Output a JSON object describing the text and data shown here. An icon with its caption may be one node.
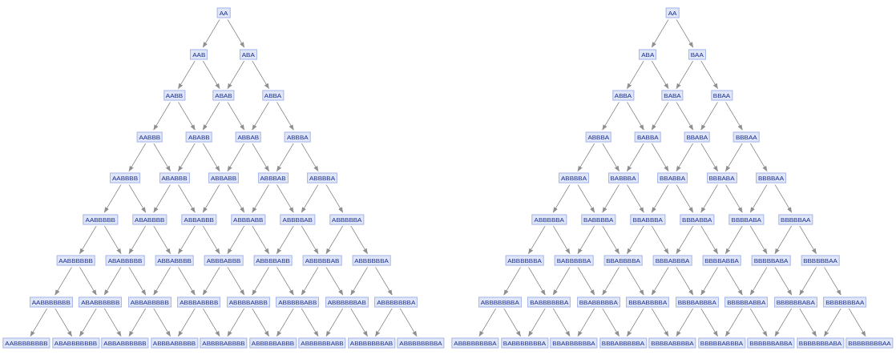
{
  "diagram": {
    "nodes": [
      {
        "text": [
          "AA"
        ]
      },
      {
        "text": [
          "AAB"
        ]
      },
      {
        "text": [
          "ABA"
        ]
      },
      {
        "text": [
          "AABB"
        ]
      },
      {
        "text": [
          "ABAB"
        ]
      },
      {
        "text": [
          "ABBA"
        ]
      },
      {
        "text": [
          "AABBB"
        ]
      },
      {
        "text": [
          "ABABB"
        ]
      },
      {
        "text": [
          "ABBAB"
        ]
      },
      {
        "text": [
          "ABBBA"
        ]
      },
      {
        "text": [
          "AABBBB"
        ]
      },
      {
        "text": [
          "ABABBB"
        ]
      },
      {
        "text": [
          "ABBABB"
        ]
      },
      {
        "text": [
          "ABBBAB"
        ]
      },
      {
        "text": [
          "ABBBBA"
        ]
      },
      {
        "text": [
          "AABBBBB"
        ]
      },
      {
        "text": [
          "ABABBBB"
        ]
      },
      {
        "text": [
          "ABBABBB"
        ]
      },
      {
        "text": [
          "ABBBABB"
        ]
      },
      {
        "text": [
          "ABBBBAB"
        ]
      },
      {
        "text": [
          "ABBBBBA"
        ]
      },
      {
        "text": [
          "AABBBBBB"
        ]
      },
      {
        "text": [
          "ABABBBBB"
        ]
      },
      {
        "text": [
          "ABBABBBB"
        ]
      },
      {
        "text": [
          "ABBBABBB"
        ]
      },
      {
        "text": [
          "ABBBBABB"
        ]
      },
      {
        "text": [
          "ABBBBBAB"
        ]
      },
      {
        "text": [
          "ABBBBBBA"
        ]
      },
      {
        "text": [
          "AABBBBBBB"
        ]
      },
      {
        "text": [
          "ABABBBBBB"
        ]
      },
      {
        "text": [
          "ABBABBBBB"
        ]
      },
      {
        "text": [
          "ABBBABBBB"
        ]
      },
      {
        "text": [
          "ABBBBABBB"
        ]
      },
      {
        "text": [
          "ABBBBBABB"
        ]
      },
      {
        "text": [
          "ABBBBBBAB"
        ]
      },
      {
        "text": [
          "ABBBBBBBA"
        ]
      },
      {
        "text": [
          "AABBBBBBBB"
        ]
      },
      {
        "text": [
          "ABABBBBBBB"
        ]
      },
      {
        "text": [
          "ABBABBBBBB"
        ]
      },
      {
        "text": [
          "ABBBABBBBB"
        ]
      },
      {
        "text": [
          "ABBBBABBBB"
        ]
      },
      {
        "text": [
          "ABBBBBABBB"
        ]
      },
      {
        "text": [
          "ABBBBBBABB"
        ]
      },
      {
        "text": [
          "ABBBBBBBAB"
        ]
      },
      {
        "text": [
          "ABBBBBBBBA"
        ]
      },
      {
        "text": [
          "AA"
        ]
      },
      {
        "text": [
          "ABA"
        ]
      },
      {
        "text": [
          "BAA"
        ]
      },
      {
        "text": [
          "ABBA"
        ]
      },
      {
        "text": [
          "BABA"
        ]
      },
      {
        "text": [
          "BBAA"
        ]
      },
      {
        "text": [
          "ABBBA"
        ]
      },
      {
        "text": [
          "BABBA"
        ]
      },
      {
        "text": [
          "BBABA"
        ]
      },
      {
        "text": [
          "BBBAA"
        ]
      },
      {
        "text": [
          "ABBBBA"
        ]
      },
      {
        "text": [
          "BABBBA"
        ]
      },
      {
        "text": [
          "BBABBA"
        ]
      },
      {
        "text": [
          "BBBABA"
        ]
      },
      {
        "text": [
          "BBBBAA"
        ]
      },
      {
        "text": [
          "ABBBBBA"
        ]
      },
      {
        "text": [
          "BABBBBA"
        ]
      },
      {
        "text": [
          "BBABBBA"
        ]
      },
      {
        "text": [
          "BBBABBA"
        ]
      },
      {
        "text": [
          "BBBBABA"
        ]
      },
      {
        "text": [
          "BBBBBAA"
        ]
      },
      {
        "text": [
          "ABBBBBBA"
        ]
      },
      {
        "text": [
          "BABBBBBA"
        ]
      },
      {
        "text": [
          "BBABBBBA"
        ]
      },
      {
        "text": [
          "BBBABBBA"
        ]
      },
      {
        "text": [
          "BBBBABBA"
        ]
      },
      {
        "text": [
          "BBBBBABA"
        ]
      },
      {
        "text": [
          "BBBBBBAA"
        ]
      },
      {
        "text": [
          "ABBBBBBBA"
        ]
      },
      {
        "text": [
          "BABBBBBBA"
        ]
      },
      {
        "text": [
          "BBABBBBBA"
        ]
      },
      {
        "text": [
          "BBBABBBBA"
        ]
      },
      {
        "text": [
          "BBBBABBBA"
        ]
      },
      {
        "text": [
          "BBBBBABBA"
        ]
      },
      {
        "text": [
          "BBBBBBABA"
        ]
      },
      {
        "text": [
          "BBBBBBBAA"
        ]
      },
      {
        "text": [
          "ABBBBBBBBA"
        ]
      },
      {
        "text": [
          "BABBBBBBBA"
        ]
      },
      {
        "text": [
          "BBABBBBBBA"
        ]
      },
      {
        "text": [
          "BBBABBBBBA"
        ]
      },
      {
        "text": [
          "BBBBABBBBA"
        ]
      },
      {
        "text": [
          "BBBBBABBBA"
        ]
      },
      {
        "text": [
          "BBBBBBABBA"
        ]
      },
      {
        "text": [
          "BBBBBBBABA"
        ]
      },
      {
        "text": [
          "BBBBBBBBAA"
        ]
      }
    ],
    "edges": [
      {
        "from": 0,
        "to": 1,
        "arrow": "to"
      },
      {
        "from": 0,
        "to": 2,
        "arrow": "to"
      },
      {
        "from": 1,
        "to": 3,
        "arrow": "to"
      },
      {
        "from": 1,
        "to": 4,
        "arrow": "to"
      },
      {
        "from": 2,
        "to": 4,
        "arrow": "to"
      },
      {
        "from": 2,
        "to": 5,
        "arrow": "to"
      },
      {
        "from": 3,
        "to": 6,
        "arrow": "to"
      },
      {
        "from": 3,
        "to": 7,
        "arrow": "to"
      },
      {
        "from": 4,
        "to": 7,
        "arrow": "to"
      },
      {
        "from": 4,
        "to": 8,
        "arrow": "to"
      },
      {
        "from": 5,
        "to": 8,
        "arrow": "to"
      },
      {
        "from": 5,
        "to": 9,
        "arrow": "to"
      },
      {
        "from": 6,
        "to": 10,
        "arrow": "to"
      },
      {
        "from": 6,
        "to": 11,
        "arrow": "to"
      },
      {
        "from": 7,
        "to": 11,
        "arrow": "to"
      },
      {
        "from": 7,
        "to": 12,
        "arrow": "to"
      },
      {
        "from": 8,
        "to": 12,
        "arrow": "to"
      },
      {
        "from": 8,
        "to": 13,
        "arrow": "to"
      },
      {
        "from": 9,
        "to": 13,
        "arrow": "to"
      },
      {
        "from": 9,
        "to": 14,
        "arrow": "to"
      },
      {
        "from": 10,
        "to": 15,
        "arrow": "to"
      },
      {
        "from": 10,
        "to": 16,
        "arrow": "to"
      },
      {
        "from": 11,
        "to": 16,
        "arrow": "to"
      },
      {
        "from": 11,
        "to": 17,
        "arrow": "to"
      },
      {
        "from": 12,
        "to": 17,
        "arrow": "to"
      },
      {
        "from": 12,
        "to": 18,
        "arrow": "to"
      },
      {
        "from": 13,
        "to": 18,
        "arrow": "to"
      },
      {
        "from": 13,
        "to": 19,
        "arrow": "to"
      },
      {
        "from": 14,
        "to": 19,
        "arrow": "to"
      },
      {
        "from": 14,
        "to": 20,
        "arrow": "to"
      },
      {
        "from": 15,
        "to": 21,
        "arrow": "to"
      },
      {
        "from": 15,
        "to": 22,
        "arrow": "to"
      },
      {
        "from": 16,
        "to": 22,
        "arrow": "to"
      },
      {
        "from": 16,
        "to": 23,
        "arrow": "to"
      },
      {
        "from": 17,
        "to": 23,
        "arrow": "to"
      },
      {
        "from": 17,
        "to": 24,
        "arrow": "to"
      },
      {
        "from": 18,
        "to": 24,
        "arrow": "to"
      },
      {
        "from": 18,
        "to": 25,
        "arrow": "to"
      },
      {
        "from": 19,
        "to": 25,
        "arrow": "to"
      },
      {
        "from": 19,
        "to": 26,
        "arrow": "to"
      },
      {
        "from": 20,
        "to": 26,
        "arrow": "to"
      },
      {
        "from": 20,
        "to": 27,
        "arrow": "to"
      },
      {
        "from": 21,
        "to": 28,
        "arrow": "to"
      },
      {
        "from": 21,
        "to": 29,
        "arrow": "to"
      },
      {
        "from": 22,
        "to": 29,
        "arrow": "to"
      },
      {
        "from": 22,
        "to": 30,
        "arrow": "to"
      },
      {
        "from": 23,
        "to": 30,
        "arrow": "to"
      },
      {
        "from": 23,
        "to": 31,
        "arrow": "to"
      },
      {
        "from": 24,
        "to": 31,
        "arrow": "to"
      },
      {
        "from": 24,
        "to": 32,
        "arrow": "to"
      },
      {
        "from": 25,
        "to": 32,
        "arrow": "to"
      },
      {
        "from": 25,
        "to": 33,
        "arrow": "to"
      },
      {
        "from": 26,
        "to": 33,
        "arrow": "to"
      },
      {
        "from": 26,
        "to": 34,
        "arrow": "to"
      },
      {
        "from": 27,
        "to": 34,
        "arrow": "to"
      },
      {
        "from": 27,
        "to": 35,
        "arrow": "to"
      },
      {
        "from": 28,
        "to": 36,
        "arrow": "to"
      },
      {
        "from": 28,
        "to": 37,
        "arrow": "to"
      },
      {
        "from": 29,
        "to": 37,
        "arrow": "to"
      },
      {
        "from": 29,
        "to": 38,
        "arrow": "to"
      },
      {
        "from": 30,
        "to": 38,
        "arrow": "to"
      },
      {
        "from": 30,
        "to": 39,
        "arrow": "to"
      },
      {
        "from": 31,
        "to": 39,
        "arrow": "to"
      },
      {
        "from": 31,
        "to": 40,
        "arrow": "to"
      },
      {
        "from": 32,
        "to": 40,
        "arrow": "to"
      },
      {
        "from": 32,
        "to": 41,
        "arrow": "to"
      },
      {
        "from": 33,
        "to": 41,
        "arrow": "to"
      },
      {
        "from": 33,
        "to": 42,
        "arrow": "to"
      },
      {
        "from": 34,
        "to": 42,
        "arrow": "to"
      },
      {
        "from": 34,
        "to": 43,
        "arrow": "to"
      },
      {
        "from": 35,
        "to": 43,
        "arrow": "to"
      },
      {
        "from": 35,
        "to": 44,
        "arrow": "to"
      },
      {
        "from": 45,
        "to": 46,
        "arrow": "to"
      },
      {
        "from": 45,
        "to": 47,
        "arrow": "to"
      },
      {
        "from": 46,
        "to": 48,
        "arrow": "to"
      },
      {
        "from": 46,
        "to": 49,
        "arrow": "to"
      },
      {
        "from": 47,
        "to": 49,
        "arrow": "to"
      },
      {
        "from": 47,
        "to": 50,
        "arrow": "to"
      },
      {
        "from": 48,
        "to": 51,
        "arrow": "to"
      },
      {
        "from": 48,
        "to": 52,
        "arrow": "to"
      },
      {
        "from": 49,
        "to": 52,
        "arrow": "to"
      },
      {
        "from": 49,
        "to": 53,
        "arrow": "to"
      },
      {
        "from": 50,
        "to": 53,
        "arrow": "to"
      },
      {
        "from": 50,
        "to": 54,
        "arrow": "to"
      },
      {
        "from": 51,
        "to": 55,
        "arrow": "to"
      },
      {
        "from": 51,
        "to": 56,
        "arrow": "to"
      },
      {
        "from": 52,
        "to": 56,
        "arrow": "to"
      },
      {
        "from": 52,
        "to": 57,
        "arrow": "to"
      },
      {
        "from": 53,
        "to": 57,
        "arrow": "to"
      },
      {
        "from": 53,
        "to": 58,
        "arrow": "to"
      },
      {
        "from": 54,
        "to": 58,
        "arrow": "to"
      },
      {
        "from": 54,
        "to": 59,
        "arrow": "to"
      },
      {
        "from": 55,
        "to": 60,
        "arrow": "to"
      },
      {
        "from": 55,
        "to": 61,
        "arrow": "to"
      },
      {
        "from": 56,
        "to": 61,
        "arrow": "to"
      },
      {
        "from": 56,
        "to": 62,
        "arrow": "to"
      },
      {
        "from": 57,
        "to": 62,
        "arrow": "to"
      },
      {
        "from": 57,
        "to": 63,
        "arrow": "to"
      },
      {
        "from": 58,
        "to": 63,
        "arrow": "to"
      },
      {
        "from": 58,
        "to": 64,
        "arrow": "to"
      },
      {
        "from": 59,
        "to": 64,
        "arrow": "to"
      },
      {
        "from": 59,
        "to": 65,
        "arrow": "to"
      },
      {
        "from": 60,
        "to": 66,
        "arrow": "to"
      },
      {
        "from": 60,
        "to": 67,
        "arrow": "to"
      },
      {
        "from": 61,
        "to": 67,
        "arrow": "to"
      },
      {
        "from": 61,
        "to": 68,
        "arrow": "to"
      },
      {
        "from": 62,
        "to": 68,
        "arrow": "to"
      },
      {
        "from": 62,
        "to": 69,
        "arrow": "to"
      },
      {
        "from": 63,
        "to": 69,
        "arrow": "to"
      },
      {
        "from": 63,
        "to": 70,
        "arrow": "to"
      },
      {
        "from": 64,
        "to": 70,
        "arrow": "to"
      },
      {
        "from": 64,
        "to": 71,
        "arrow": "to"
      },
      {
        "from": 65,
        "to": 71,
        "arrow": "to"
      },
      {
        "from": 65,
        "to": 72,
        "arrow": "to"
      },
      {
        "from": 66,
        "to": 73,
        "arrow": "to"
      },
      {
        "from": 66,
        "to": 74,
        "arrow": "to"
      },
      {
        "from": 67,
        "to": 74,
        "arrow": "to"
      },
      {
        "from": 67,
        "to": 75,
        "arrow": "to"
      },
      {
        "from": 68,
        "to": 75,
        "arrow": "to"
      },
      {
        "from": 68,
        "to": 76,
        "arrow": "to"
      },
      {
        "from": 69,
        "to": 76,
        "arrow": "to"
      },
      {
        "from": 69,
        "to": 77,
        "arrow": "to"
      },
      {
        "from": 70,
        "to": 77,
        "arrow": "to"
      },
      {
        "from": 70,
        "to": 78,
        "arrow": "to"
      },
      {
        "from": 71,
        "to": 78,
        "arrow": "to"
      },
      {
        "from": 71,
        "to": 79,
        "arrow": "to"
      },
      {
        "from": 72,
        "to": 79,
        "arrow": "to"
      },
      {
        "from": 72,
        "to": 80,
        "arrow": "to"
      },
      {
        "from": 73,
        "to": 81,
        "arrow": "to"
      },
      {
        "from": 73,
        "to": 82,
        "arrow": "to"
      },
      {
        "from": 74,
        "to": 82,
        "arrow": "to"
      },
      {
        "from": 74,
        "to": 83,
        "arrow": "to"
      },
      {
        "from": 75,
        "to": 83,
        "arrow": "to"
      },
      {
        "from": 75,
        "to": 84,
        "arrow": "to"
      },
      {
        "from": 76,
        "to": 84,
        "arrow": "to"
      },
      {
        "from": 76,
        "to": 85,
        "arrow": "to"
      },
      {
        "from": 77,
        "to": 85,
        "arrow": "to"
      },
      {
        "from": 77,
        "to": 86,
        "arrow": "to"
      },
      {
        "from": 78,
        "to": 86,
        "arrow": "to"
      },
      {
        "from": 78,
        "to": 87,
        "arrow": "to"
      },
      {
        "from": 79,
        "to": 87,
        "arrow": "to"
      },
      {
        "from": 79,
        "to": 88,
        "arrow": "to"
      },
      {
        "from": 80,
        "to": 88,
        "arrow": "to"
      },
      {
        "from": 80,
        "to": 89,
        "arrow": "to"
      }
    ]
  }
}
